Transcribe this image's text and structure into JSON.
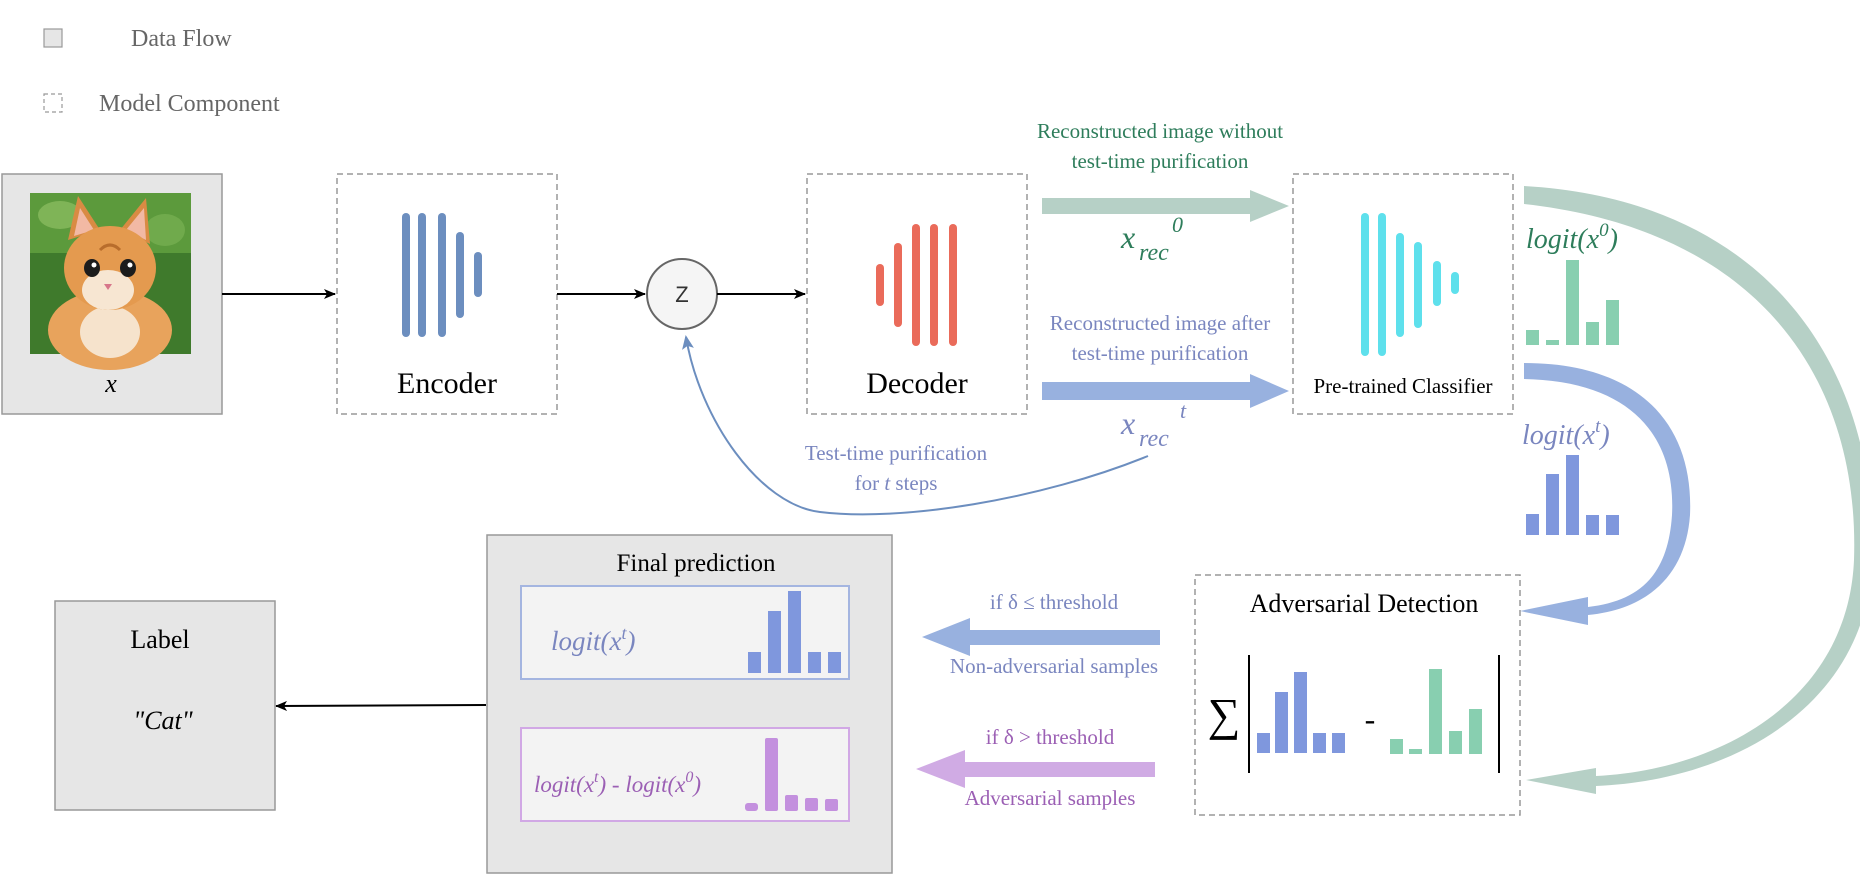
{
  "legend": {
    "data_flow": "Data Flow",
    "model_component": "Model Component"
  },
  "input": {
    "var": "x"
  },
  "encoder": {
    "label": "Encoder"
  },
  "latent": {
    "label": "Z"
  },
  "decoder": {
    "label": "Decoder"
  },
  "classifier": {
    "label": "Pre-trained Classifier"
  },
  "recon0": {
    "caption_line1": "Reconstructed image without",
    "caption_line2": "test-time purification",
    "var": "x",
    "sub": "rec",
    "sup": "0"
  },
  "recont": {
    "caption_line1": "Reconstructed image after",
    "caption_line2": "test-time purification",
    "var": "x",
    "sub": "rec",
    "sup": "t"
  },
  "purification": {
    "line1": "Test-time purification",
    "line2_pre": "for ",
    "line2_var": "t",
    "line2_post": " steps"
  },
  "logit0": {
    "pre": "logit(x",
    "sup": "0",
    "post": ")"
  },
  "logitt": {
    "pre": "logit(x",
    "sup": "t",
    "post": ")"
  },
  "detection": {
    "title": "Adversarial Detection",
    "sigma": "∑",
    "minus": "-"
  },
  "non_adv": {
    "condition": "if δ ≤ threshold",
    "label": "Non-adversarial samples"
  },
  "adv": {
    "condition": "if δ > threshold",
    "label": "Adversarial samples"
  },
  "final": {
    "title": "Final prediction",
    "row1": {
      "pre": "logit(x",
      "sup": "t",
      "post": ")"
    },
    "row2": {
      "pre1": "logit(x",
      "sup1": "t",
      "mid": ") - logit(x",
      "sup2": "0",
      "post": ")"
    }
  },
  "label_box": {
    "title": "Label",
    "value": "\"Cat\""
  },
  "colors": {
    "encoder": "#6c8ebf",
    "decoder": "#ea6b5a",
    "classifier": "#5ee0ec",
    "green_text": "#2e7d5b",
    "green_arrow": "#b6d0c6",
    "green_bars": "#88cfb0",
    "blue_text": "#7a86bf",
    "blue_arrow": "#98b1df",
    "blue_bars": "#7f97dd",
    "purple_text": "#9b5fb4",
    "purple_arrow": "#d0abe4",
    "purple_bars": "#c390de"
  }
}
